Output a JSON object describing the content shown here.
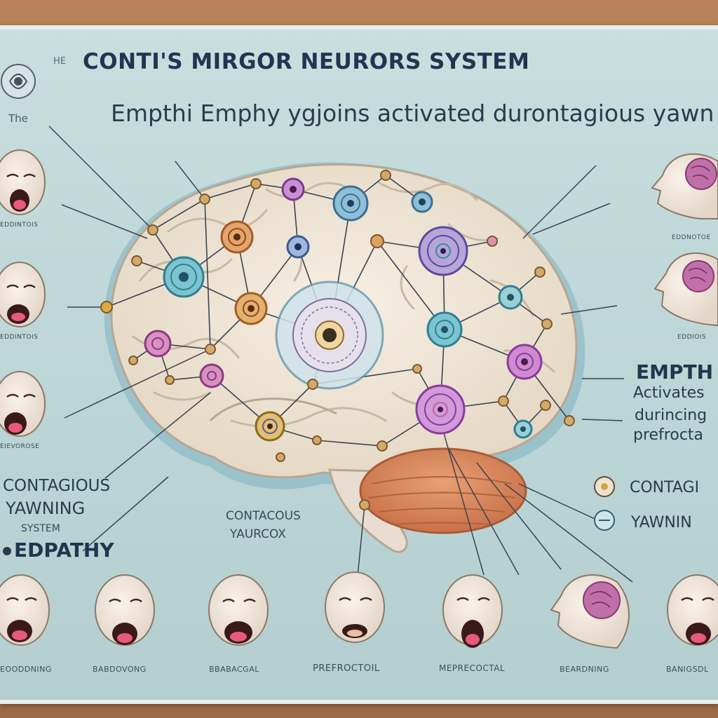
{
  "title": "CONTI'S MIRGOR NEURORS SYSTEM",
  "title_prefix": "HE",
  "subtitle": "Empthi Emphy ygjoins  activated durontagious yawn",
  "subtitle_prefix": "The",
  "left_labels": [
    "CONTAGIOUS",
    "YAWNING",
    "SYSTEM",
    "EDPATHY"
  ],
  "center_labels": [
    "CONTACOUS",
    "YAURCOX"
  ],
  "right_block": {
    "title": "EMPTH",
    "lines": [
      "Activates",
      "durincing",
      "prefrocta"
    ]
  },
  "legend": [
    {
      "label": "CONTAGI",
      "icon": "yawn-legend-icon"
    },
    {
      "label": "YAWNIN",
      "icon": "minus-legend-icon"
    }
  ],
  "side_captions": [
    "EDDINTOIS",
    "EDDINTOIS",
    "EIEVOROSE"
  ],
  "right_captions": [
    "EDDNOTOE",
    "EDDIOIS"
  ],
  "bottom_captions": [
    "EOODDNING",
    "BABDOVONG",
    "BBABACGAL",
    "PREFROCTOIL",
    "MEPRECOCTAL",
    "BEARDNING",
    "BANIGSDL"
  ],
  "colors": {
    "board": "#bfd8d8",
    "brain": "#efe6d8",
    "cerebellum": "#d98a5a",
    "title": "#1f3550",
    "node_teal": "#3d9bb0",
    "node_purple": "#9a4fb0",
    "node_orange": "#d08a40"
  }
}
